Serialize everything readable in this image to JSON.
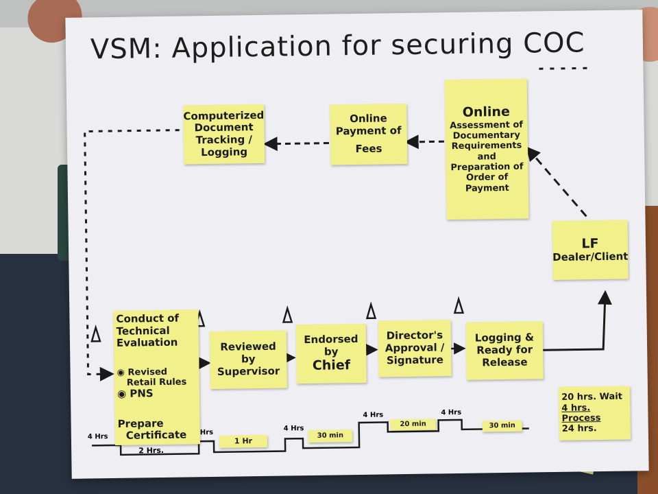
{
  "title": "VSM: Application for securing COC",
  "processes": {
    "computerized": [
      "Computerized",
      "Document",
      "Tracking /",
      "Logging"
    ],
    "online_payment": [
      "Online",
      "Payment of",
      "Fees"
    ],
    "online_assessment": [
      "Online",
      "Assessment of",
      "Documentary",
      "Requirements",
      "and",
      "Preparation of",
      "Order of",
      "Payment"
    ],
    "lf_dealer": [
      "LF",
      "Dealer/Client"
    ],
    "technical_evaluation": [
      "Conduct of",
      "Technical",
      "Evaluation"
    ],
    "revised_retail_rules": [
      "Revised",
      "Retail Rules"
    ],
    "pns": "PNS",
    "prepare_certificate": [
      "Prepare",
      "Certificate"
    ],
    "reviewed_by_supervisor": [
      "Reviewed by",
      "Supervisor"
    ],
    "endorsed_by_chief": [
      "Endorsed by",
      "Chief"
    ],
    "directors_approval": [
      "Director's",
      "Approval /",
      "Signature"
    ],
    "logging_ready": [
      "Logging &",
      "Ready for",
      "Release"
    ]
  },
  "summary": {
    "wait": "20 hrs. Wait",
    "process": "4 hrs. Process",
    "total": "24 hrs."
  },
  "timeline": {
    "wait_labels": [
      "4 Hrs",
      "Hrs",
      "4 Hrs",
      "4 Hrs",
      "4 Hrs"
    ],
    "process_labels": [
      "2 Hrs.",
      "1 Hr",
      "30 min",
      "20 min",
      "30 min"
    ]
  },
  "colors": {
    "paper": "#efeff3",
    "sticky_note": "#f2f08a",
    "marker": "#1a1a1a"
  }
}
